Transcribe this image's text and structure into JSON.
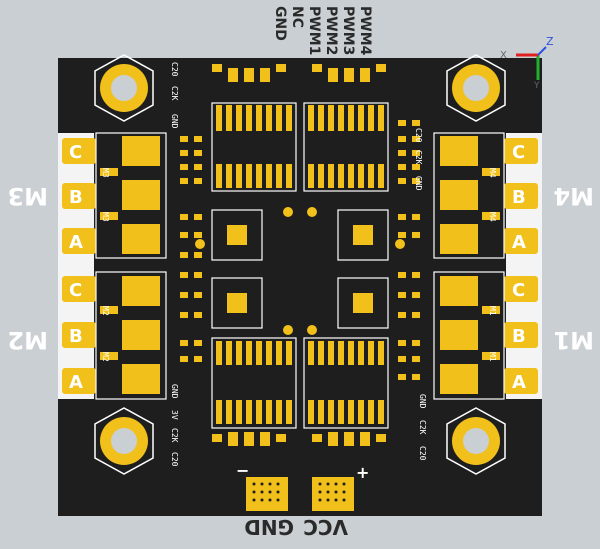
{
  "top_labels": [
    "PWM4",
    "PWM3",
    "PWM2",
    "PWM1",
    "NC",
    "GND"
  ],
  "left_motors": [
    {
      "label": "M3",
      "pins": [
        "C",
        "B",
        "A"
      ]
    },
    {
      "label": "M2",
      "pins": [
        "C",
        "B",
        "A"
      ]
    }
  ],
  "right_motors": [
    {
      "label": "M4",
      "pins": [
        "C",
        "B",
        "A"
      ]
    },
    {
      "label": "M1",
      "pins": [
        "C",
        "B",
        "A"
      ]
    }
  ],
  "bottom_power": {
    "vcc": "VCC",
    "gnd": "GND",
    "plus": "+",
    "minus": "−"
  },
  "silk": {
    "c20": "C20",
    "c2k": "C2K",
    "gnd": "GND",
    "three_v": "3V",
    "m3": "M3",
    "m2": "M2",
    "m4": "M4",
    "m1": "M1"
  },
  "axes": {
    "x": "X",
    "y": "Y",
    "z": "Z"
  },
  "colors": {
    "background": "#c9cfd2",
    "board": "#1e1e1e",
    "copper": "#f2c01b",
    "silk": "#ffffff",
    "axis_x": "#e02020",
    "axis_y": "#20b030",
    "axis_z": "#3050e0"
  }
}
